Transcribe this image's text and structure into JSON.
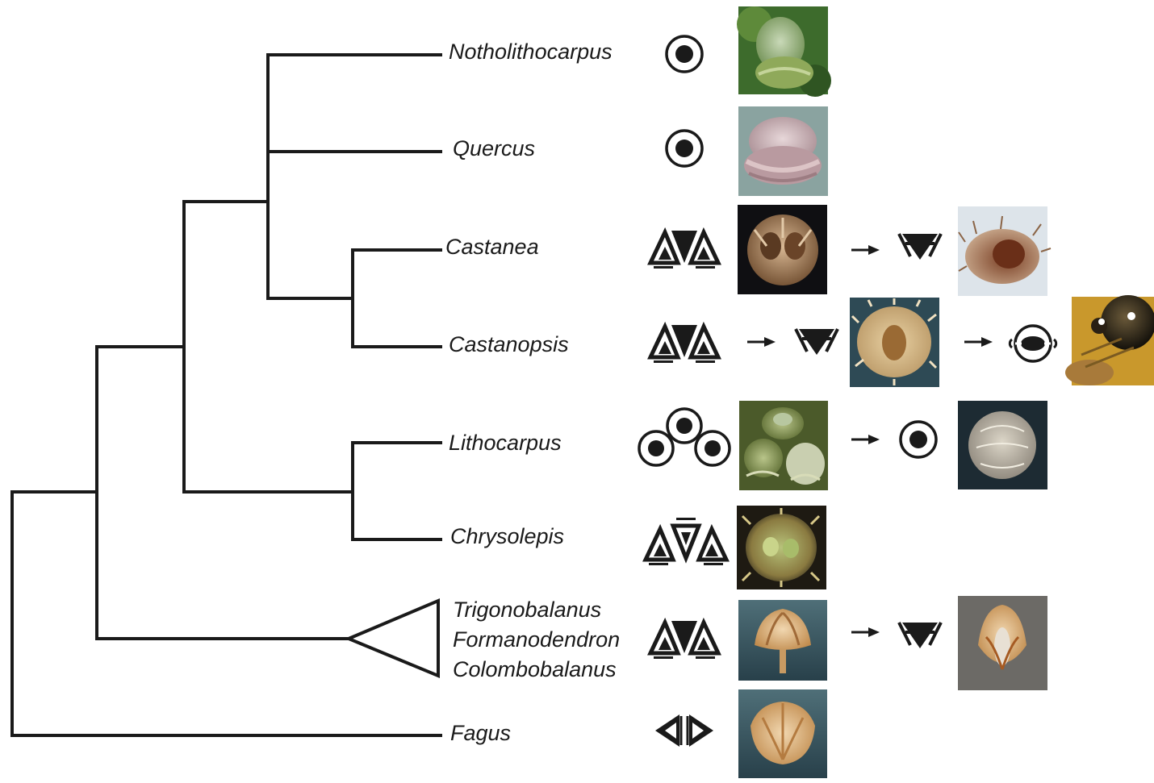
{
  "taxa": {
    "notholithocarpus": "Notholithocarpus",
    "quercus": "Quercus",
    "castanea": "Castanea",
    "castanopsis": "Castanopsis",
    "lithocarpus": "Lithocarpus",
    "chrysolepis": "Chrysolepis",
    "clade_a": "Trigonobalanus",
    "clade_b": "Formanodendron",
    "clade_c": "Colombobalanus",
    "fagus": "Fagus"
  },
  "colors": {
    "line": "#1a1a1a",
    "photo_dark_bg": "#1d2b33",
    "photo_teal_bg": "#2c4a52"
  },
  "photos": [
    "notholithocarpus-acorn-photo",
    "quercus-acorn-photo",
    "castanea-cupule-photo",
    "castanea-spiny-cupule-photo",
    "castanopsis-spiny-cupule-photo",
    "castanopsis-cupule-closeup-photo",
    "lithocarpus-acorn-cluster-photo",
    "lithocarpus-cupule-photo",
    "chrysolepis-cupule-photo",
    "trigonobalanus-cupule-photo",
    "trigonobalanus-derived-cupule-photo",
    "fagus-cupule-photo"
  ]
}
